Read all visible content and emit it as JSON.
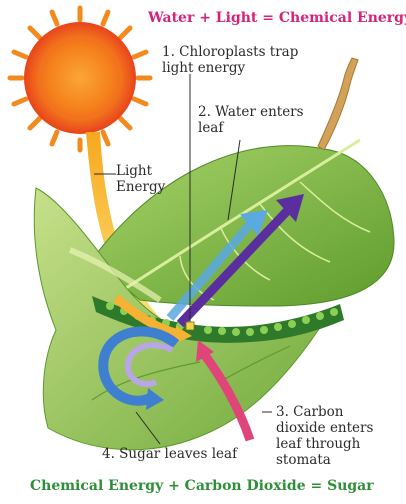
{
  "equations": {
    "top": "Water + Light = Chemical Energy",
    "bottom": "Chemical Energy + Carbon Dioxide = Sugar"
  },
  "labels": {
    "step1": "1. Chloroplasts trap\nlight energy",
    "step2": "2. Water enters\nleaf",
    "light": "Light\nEnergy",
    "step3": "3. Carbon\ndioxide enters\nleaf through\nstomata",
    "step4": "4. Sugar leaves leaf"
  },
  "colors": {
    "top_equation": "#d6237a",
    "bottom_equation": "#2e8f36",
    "sun": "#f05a1c",
    "leaf": "#7dbb3e",
    "water_arrow": "#5aa9e0",
    "chem_arrow": "#5b2ea0",
    "co2_arrow": "#e0457a",
    "sugar_arrow": "#3f7fd0",
    "light_arrow": "#f6b233"
  }
}
